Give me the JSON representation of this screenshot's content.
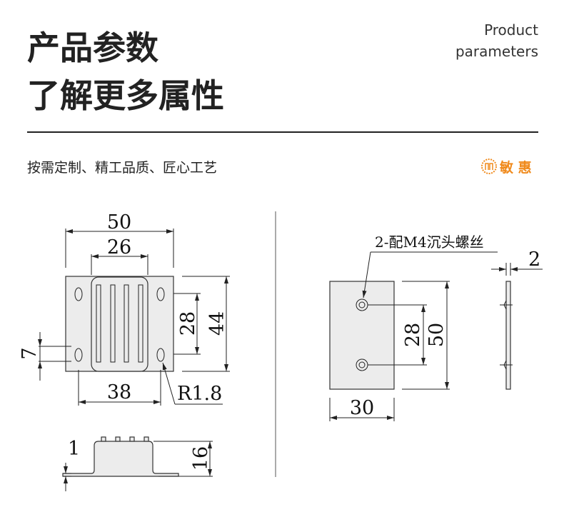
{
  "header": {
    "title_line1": "产品参数",
    "title_line2": "了解更多属性",
    "en_line1": "Product",
    "en_line2": "parameters"
  },
  "subtitle": "按需定制、精工品质、匠心工艺",
  "brand": {
    "name": "敏 惠",
    "color": "#f08a1c"
  },
  "left_drawing": {
    "width": "50",
    "inner_width": "26",
    "hole_spacing_v": "28",
    "height": "44",
    "slot_len": "7",
    "hole_spacing_h": "38",
    "radius": "R1.8",
    "thickness": "1",
    "total_height": "16"
  },
  "right_drawing": {
    "note": "2-配M4沉头螺丝",
    "thickness": "2",
    "hole_spacing": "28",
    "height": "50",
    "width": "30"
  }
}
